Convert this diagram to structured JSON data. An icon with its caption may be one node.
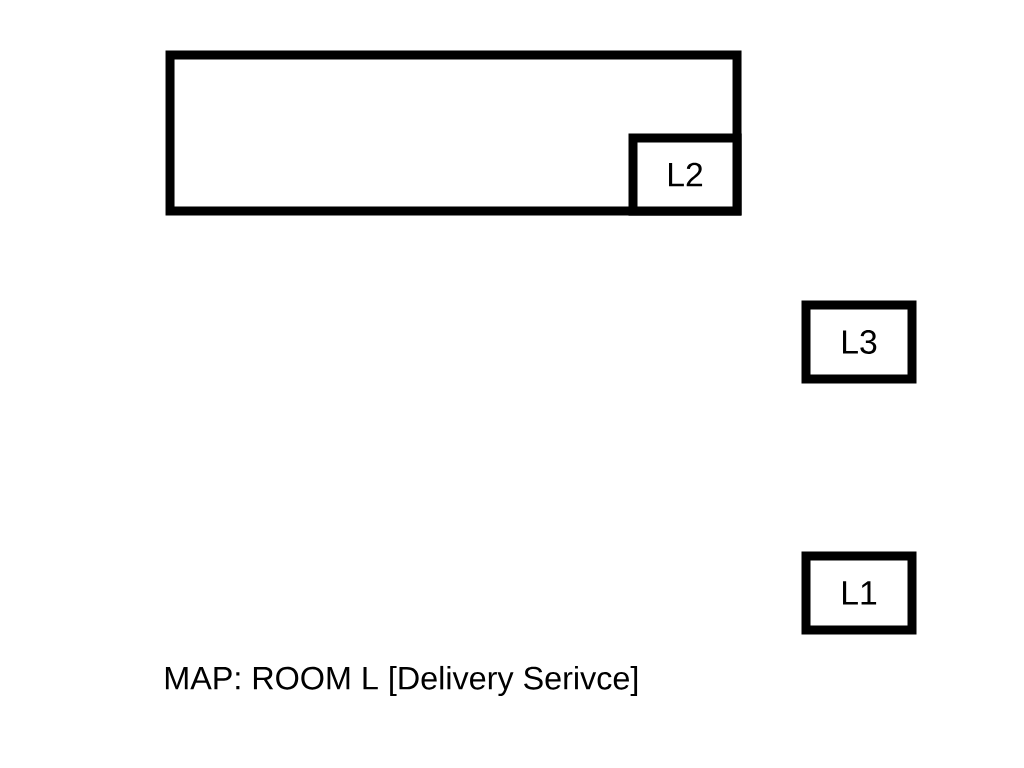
{
  "diagram": {
    "caption": "MAP: ROOM L [Delivery Serivce]",
    "nodes": [
      {
        "text": [],
        "shape": "box"
      },
      {
        "text": [
          "L2"
        ],
        "in": 0
      },
      {
        "text": [
          "L3"
        ]
      },
      {
        "text": [
          "L1"
        ]
      }
    ]
  }
}
